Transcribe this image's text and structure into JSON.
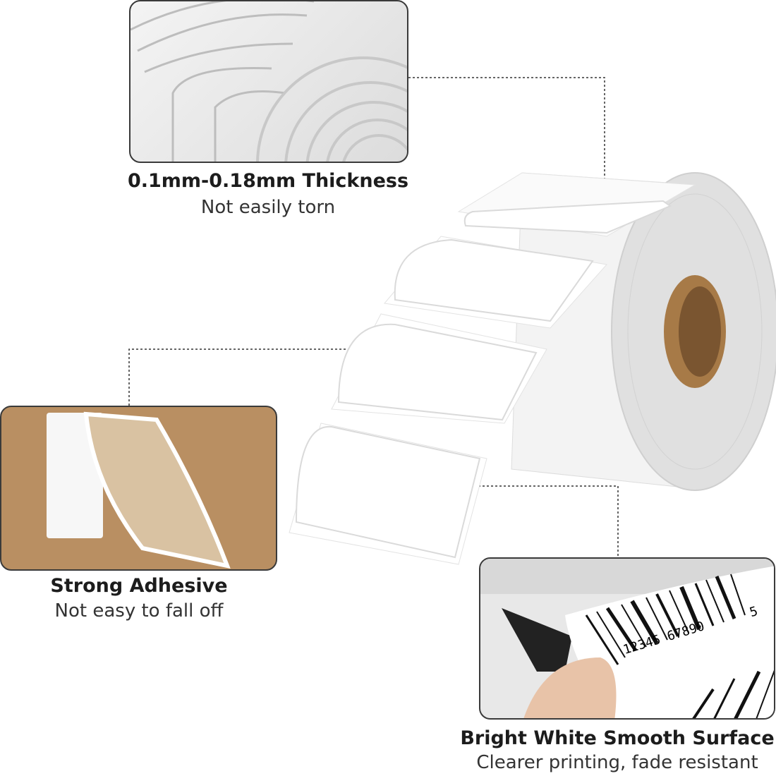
{
  "features": [
    {
      "title": "0.1mm-0.18mm Thickness",
      "subtitle": "Not easily torn",
      "image": "stacked-label-rolls-closeup"
    },
    {
      "title": "Strong Adhesive",
      "subtitle": "Not easy to fall off",
      "image": "label-peeled-on-kraft-paper"
    },
    {
      "title": "Bright White Smooth Surface",
      "subtitle": "Clearer printing, fade resistant",
      "image": "barcode-label-printing"
    }
  ],
  "barcode": {
    "digits_main": "12345 67890",
    "digit_check": "5"
  },
  "colors": {
    "kraft": "#b98f62",
    "core": "#a77a47",
    "border": "#3a3a3a",
    "label_white": "#ffffff",
    "roll_edge": "#d9d9d9"
  }
}
